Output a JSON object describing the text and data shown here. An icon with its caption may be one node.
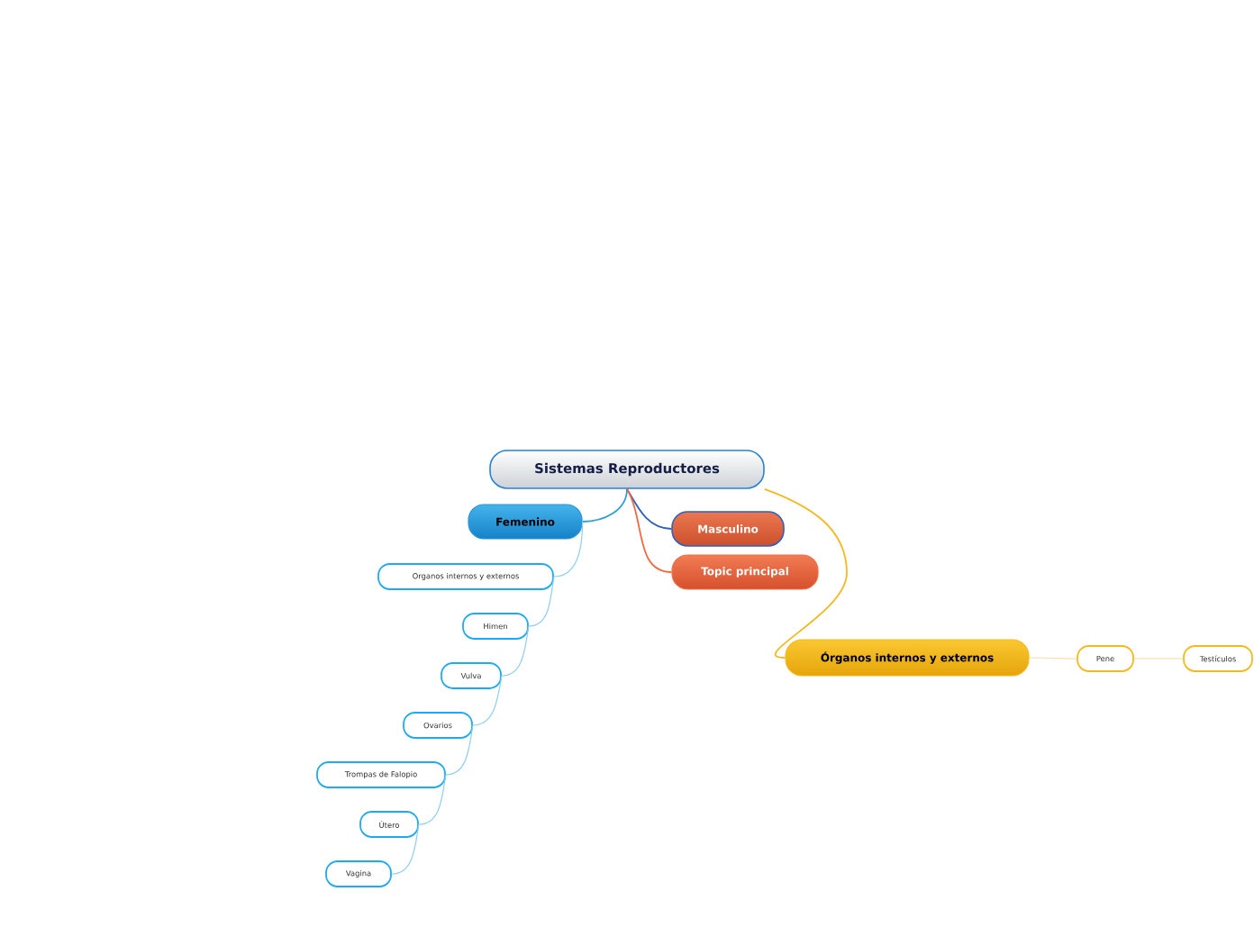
{
  "diagram": {
    "nodes": [
      {
        "text": [
          "Sistemas  Reproductores"
        ]
      },
      {
        "text": [
          "Femenino"
        ]
      },
      {
        "text": [
          "Masculino"
        ]
      },
      {
        "text": [
          "Topic principal"
        ]
      },
      {
        "text": [
          "Organos internos y externos"
        ]
      },
      {
        "text": [
          "Himen"
        ]
      },
      {
        "text": [
          "Vulva"
        ]
      },
      {
        "text": [
          "Ovarios"
        ]
      },
      {
        "text": [
          "Trompas de Falopio"
        ]
      },
      {
        "text": [
          "Útero"
        ]
      },
      {
        "text": [
          "Vagina"
        ]
      },
      {
        "text": [
          "Órganos internos y externos"
        ]
      },
      {
        "text": [
          "Pene"
        ]
      },
      {
        "text": [
          "Testículos"
        ]
      }
    ],
    "edges": [
      {
        "from": 0,
        "to": 1,
        "arrow": "none",
        "color": "#2a9fd8"
      },
      {
        "from": 0,
        "to": 2,
        "arrow": "none",
        "color": "#2f5fc0"
      },
      {
        "from": 0,
        "to": 3,
        "arrow": "none",
        "color": "#f06a40"
      },
      {
        "from": 0,
        "to": 11,
        "arrow": "none",
        "color": "#f5b820"
      },
      {
        "from": 1,
        "to": 4,
        "arrow": "none",
        "color": "#8ccff0"
      },
      {
        "from": 4,
        "to": 5,
        "arrow": "none",
        "color": "#8ccff0"
      },
      {
        "from": 5,
        "to": 6,
        "arrow": "none",
        "color": "#8ccff0"
      },
      {
        "from": 6,
        "to": 7,
        "arrow": "none",
        "color": "#8ccff0"
      },
      {
        "from": 7,
        "to": 8,
        "arrow": "none",
        "color": "#8ccff0"
      },
      {
        "from": 8,
        "to": 9,
        "arrow": "none",
        "color": "#8ccff0"
      },
      {
        "from": 9,
        "to": 10,
        "arrow": "none",
        "color": "#8ccff0"
      },
      {
        "from": 11,
        "to": 12,
        "arrow": "none",
        "color": "#f8dc9a"
      },
      {
        "from": 12,
        "to": 13,
        "arrow": "none",
        "color": "#f8dc9a"
      }
    ]
  }
}
